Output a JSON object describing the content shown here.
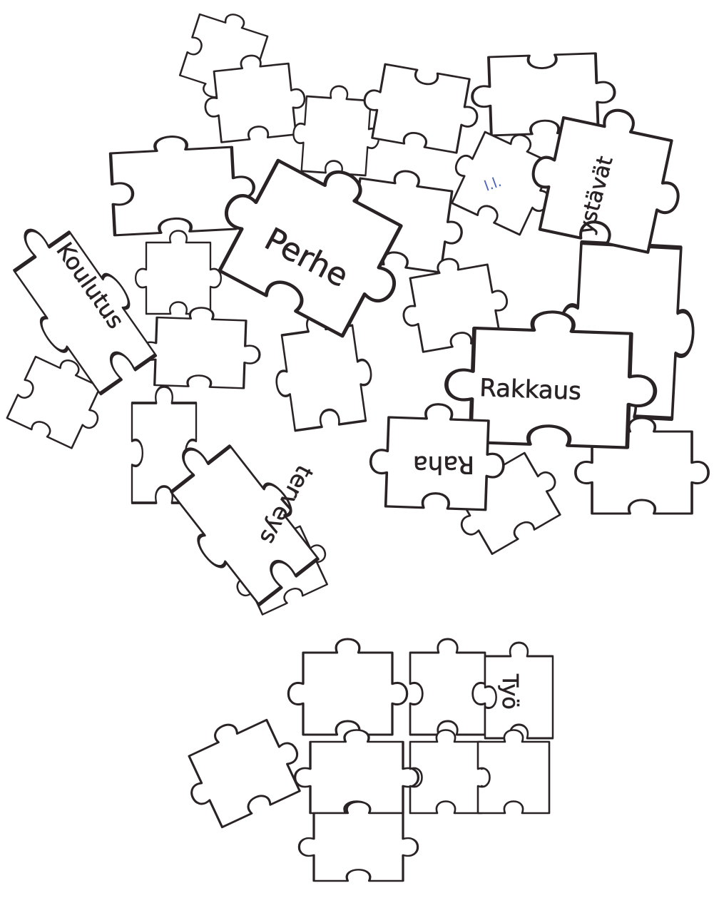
{
  "drawing": {
    "ink_color": "#2a2325",
    "pen_blue": "#4a63b8",
    "background": "#ffffff"
  },
  "labels": {
    "perhe": "Perhe",
    "koulutus": "Koulutus",
    "rakkaus": "Rakkaus",
    "raha": "Raha",
    "terveys": "terveys",
    "ystavat": "ystävät",
    "tyo": "Työ",
    "note": "l.l."
  }
}
